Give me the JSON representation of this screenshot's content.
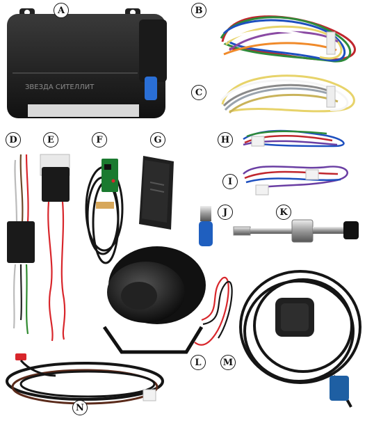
{
  "device_text": "ЗВЕЗДА СИТЕЛЛИТ",
  "labels": {
    "A": "A",
    "B": "B",
    "C": "C",
    "D": "D",
    "E": "E",
    "F": "F",
    "G": "G",
    "H": "H",
    "I": "I",
    "J": "J",
    "K": "K",
    "L": "L",
    "M": "M",
    "N": "N"
  },
  "colors": {
    "background": "#ffffff",
    "module_body": "#1e1e1e",
    "cable_black": "#151515",
    "wire_red": "#d8262b",
    "wire_green": "#2f8a2f",
    "connector_blue": "#1f5fbf",
    "connector_white": "#eeeeee"
  }
}
